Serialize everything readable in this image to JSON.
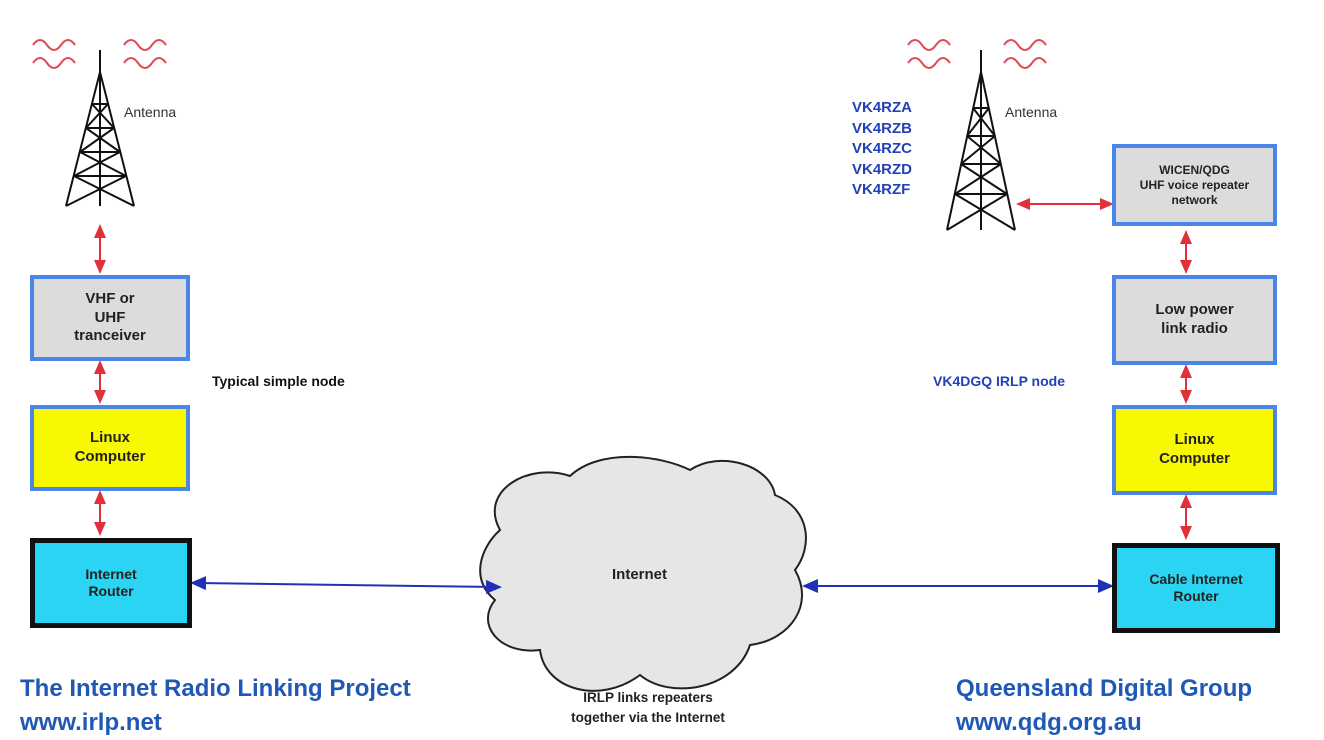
{
  "left": {
    "antenna_label": "Antenna",
    "radio_box": "VHF or\nUHF\ntranceiver",
    "computer_box": "Linux\nComputer",
    "router_box": "Internet\nRouter",
    "node_note": "Typical simple node",
    "footer_title": "The Internet Radio Linking Project",
    "footer_url": "www.irlp.net"
  },
  "center": {
    "cloud_label": "Internet",
    "caption": "IRLP links repeaters\ntogether via the Internet"
  },
  "right": {
    "callsigns": [
      "VK4RZA",
      "VK4RZB",
      "VK4RZC",
      "VK4RZD",
      "VK4RZF"
    ],
    "antenna_label": "Antenna",
    "repeater_box": "WICEN/QDG\nUHF voice repeater\nnetwork",
    "link_radio_box": "Low power\nlink radio",
    "node_note": "VK4DGQ IRLP node",
    "computer_box": "Linux\nComputer",
    "router_box": "Cable Internet\nRouter",
    "footer_title": "Queensland Digital Group",
    "footer_url": "www.qdg.org.au"
  },
  "colors": {
    "box_border": "#4a86e8",
    "grey_fill": "#dcdcdc",
    "yellow_fill": "#f8f800",
    "router_fill": "#2bd4f2",
    "link_arrow": "#e0303a",
    "net_arrow": "#2230b8",
    "footer_text": "#1f59b5",
    "callsign_text": "#2341b8",
    "wave_color": "#e04a52"
  }
}
